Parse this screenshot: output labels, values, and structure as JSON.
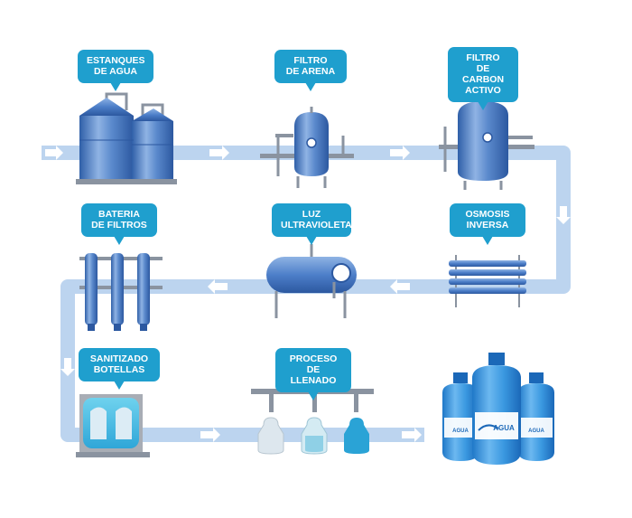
{
  "labels": {
    "tanks": "ESTANQUES\nDE AGUA",
    "sand_filter": "FILTRO\nDE ARENA",
    "carbon_filter": "FILTRO\nDE CARBON\nACTIVO",
    "filter_bank": "BATERIA\nDE FILTROS",
    "uv_light": "LUZ\nULTRAVIOLETA",
    "reverse_osmosis": "OSMOSIS\nINVERSA",
    "sanitizing": "SANITIZADO\nBOTELLAS",
    "filling": "PROCESO\nDE LLENADO"
  },
  "bottle_brand": "AGUA",
  "colors": {
    "pipe": "#bcd4ef",
    "callout": "#1f9fce",
    "equipment": "#4d7fc9",
    "bottle": "#2a8ad8"
  }
}
